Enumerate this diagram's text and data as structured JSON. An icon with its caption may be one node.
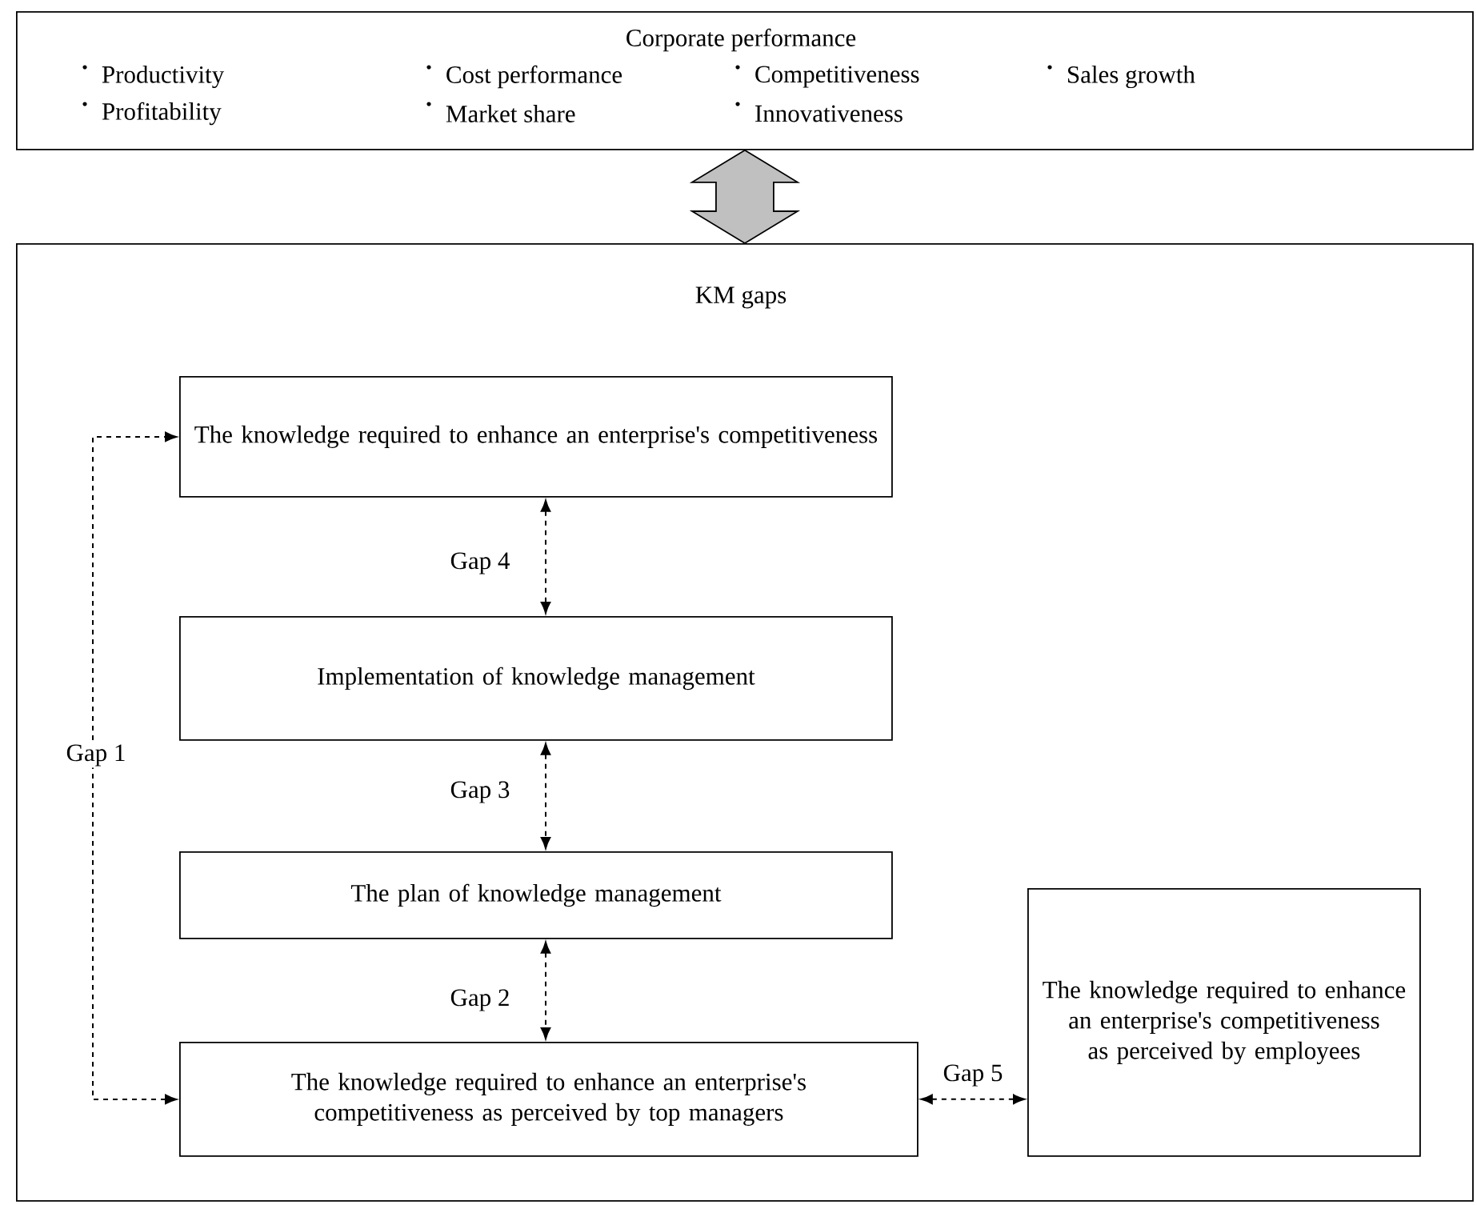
{
  "diagram": {
    "nodes": [
      {
        "text": [
          "Corporate performance",
          "Productivity",
          "Cost performance",
          "Competitiveness",
          "Sales growth",
          "Profitability",
          "Market share",
          "Innovativeness"
        ]
      },
      {
        "text": [
          "KM gaps"
        ]
      },
      {
        "text": [
          "The knowledge required to enhance an enterprise's competitiveness"
        ],
        "in": 1
      },
      {
        "text": [
          "Implementation of  knowledge management"
        ],
        "in": 1
      },
      {
        "text": [
          "The plan of knowledge management"
        ],
        "in": 1
      },
      {
        "text": [
          "The knowledge required to enhance an enterprise's competitiveness as perceived by top managers"
        ],
        "in": 1
      },
      {
        "text": [
          "The knowledge required to enhance an enterprise's competitiveness as perceived by employees"
        ],
        "in": 1
      }
    ],
    "edges": [
      {
        "from": 0,
        "to": 1,
        "arrow": "both",
        "style": "thick",
        "color": "#c0c0c0"
      },
      {
        "from": 2,
        "to": 3,
        "arrow": "both",
        "style": "dashed",
        "label": "Gap 4"
      },
      {
        "from": 3,
        "to": 4,
        "arrow": "both",
        "style": "dashed",
        "label": "Gap 3"
      },
      {
        "from": 4,
        "to": 5,
        "arrow": "both",
        "style": "dashed",
        "label": "Gap 2"
      },
      {
        "from": 5,
        "to": 2,
        "arrow": "both",
        "style": "dashed",
        "label": "Gap 1"
      },
      {
        "from": 5,
        "to": 6,
        "arrow": "both",
        "style": "dashed",
        "label": "Gap 5"
      }
    ]
  }
}
